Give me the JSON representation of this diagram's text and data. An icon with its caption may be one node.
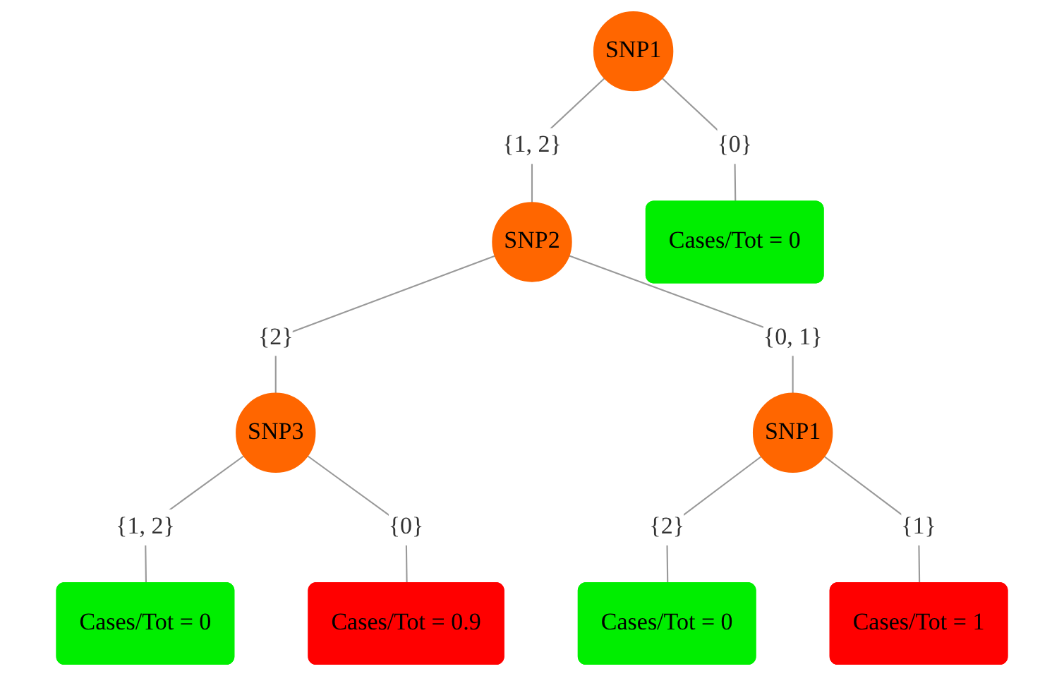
{
  "diagram": {
    "nodes": [
      {
        "text": [
          "SNP1"
        ]
      },
      {
        "text": [
          "SNP2"
        ]
      },
      {
        "text": [
          "Cases/Tot = 0"
        ]
      },
      {
        "text": [
          "SNP3"
        ]
      },
      {
        "text": [
          "SNP1"
        ]
      },
      {
        "text": [
          "Cases/Tot = 0"
        ]
      },
      {
        "text": [
          "Cases/Tot = 0.9"
        ]
      },
      {
        "text": [
          "Cases/Tot = 0"
        ]
      },
      {
        "text": [
          "Cases/Tot = 1"
        ]
      }
    ],
    "edges": [
      {
        "from": 0,
        "to": 1,
        "arrow": "none",
        "label": "{1, 2}"
      },
      {
        "from": 0,
        "to": 2,
        "arrow": "none",
        "label": "{0}"
      },
      {
        "from": 1,
        "to": 3,
        "arrow": "none",
        "label": "{2}"
      },
      {
        "from": 1,
        "to": 4,
        "arrow": "none",
        "label": "{0, 1}"
      },
      {
        "from": 3,
        "to": 5,
        "arrow": "none",
        "label": "{1, 2}"
      },
      {
        "from": 3,
        "to": 6,
        "arrow": "none",
        "label": "{0}"
      },
      {
        "from": 4,
        "to": 7,
        "arrow": "none",
        "label": "{2}"
      },
      {
        "from": 4,
        "to": 8,
        "arrow": "none",
        "label": "{1}"
      }
    ]
  }
}
